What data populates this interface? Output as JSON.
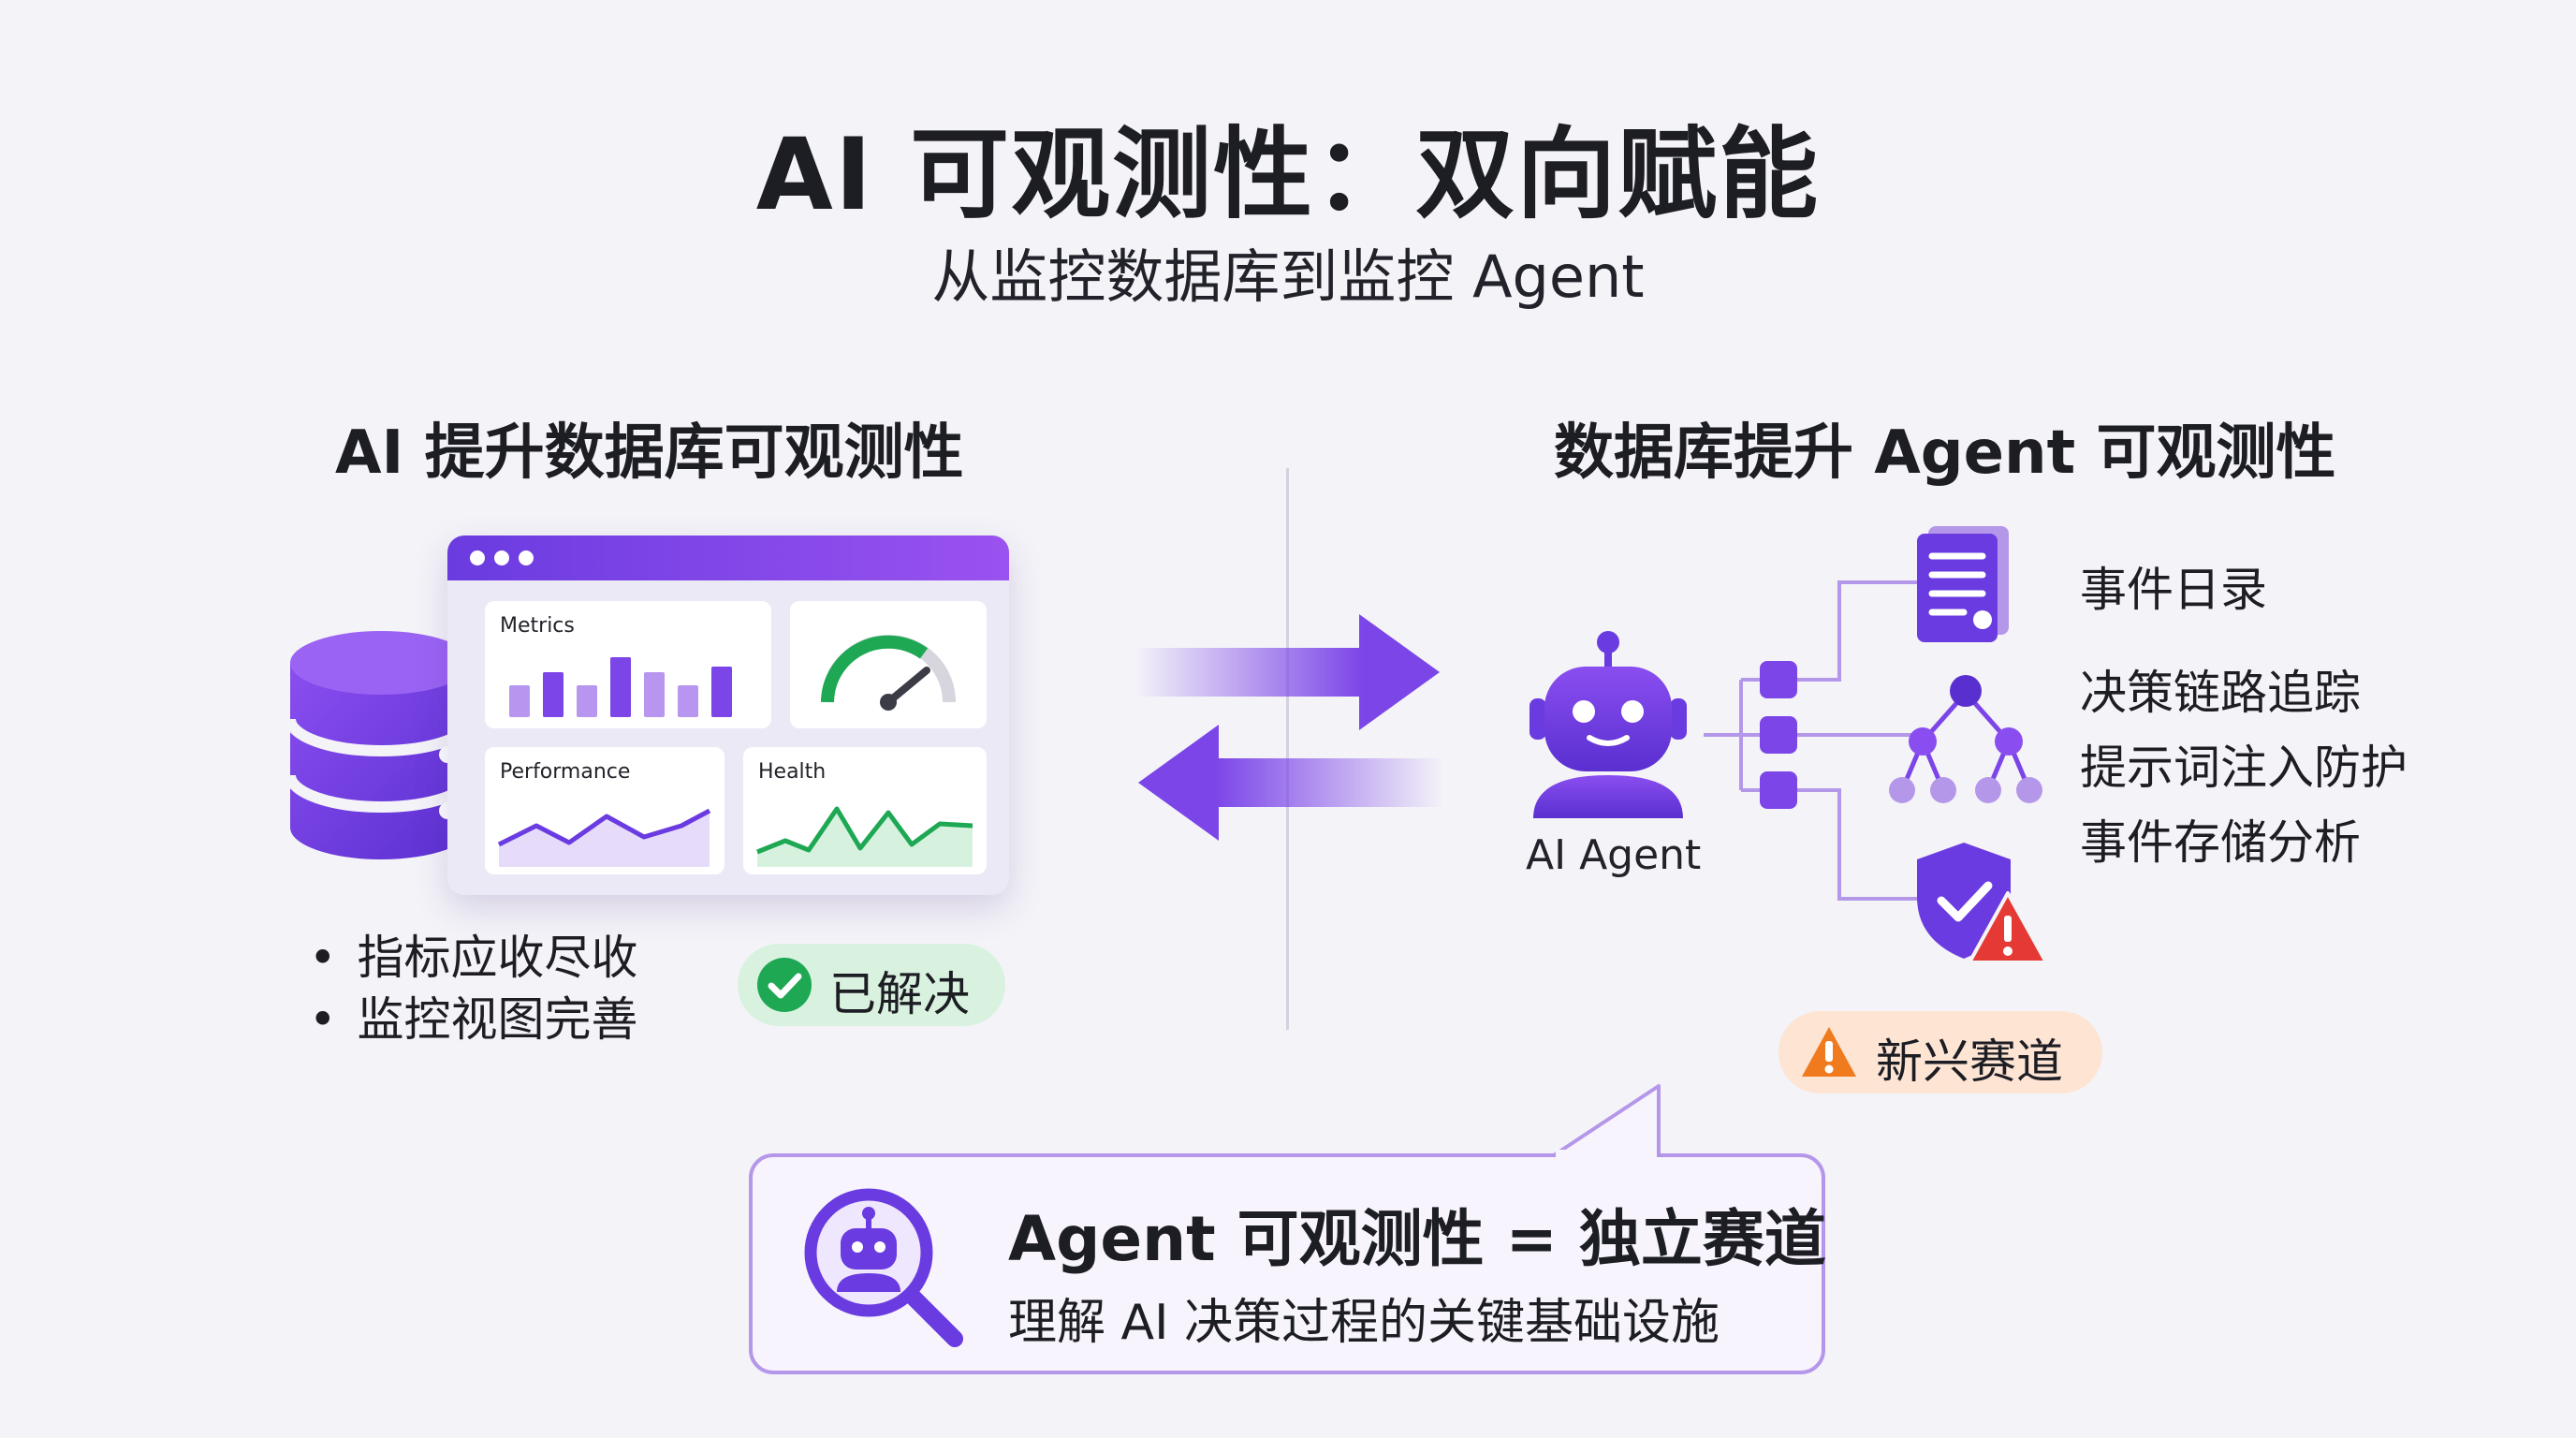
{
  "header": {
    "title": "AI 可观测性：双向赋能",
    "subtitle": "从监控数据库到监控 Agent"
  },
  "left": {
    "title": "AI 提升数据库可观测性",
    "dashboard": {
      "metrics_label": "Metrics",
      "performance_label": "Performance",
      "health_label": "Health"
    },
    "bullets": [
      "指标应收尽收",
      "监控视图完善"
    ],
    "status_badge": "已解决"
  },
  "right": {
    "title": "数据库提升 Agent 可观测性",
    "agent_label": "AI Agent",
    "features": [
      "事件日录",
      "决策链路追踪",
      "提示词注入防护",
      "事件存储分析"
    ],
    "status_badge": "新兴赛道"
  },
  "callout": {
    "title": "Agent 可观测性 = 独立赛道",
    "subtitle": "理解 AI 决策过程的关键基础设施"
  },
  "colors": {
    "primary_purple": "#6a3be0",
    "light_purple": "#b597ea",
    "success_green": "#1ea854",
    "warning_orange": "#f07a1e",
    "alert_red": "#e53935"
  }
}
